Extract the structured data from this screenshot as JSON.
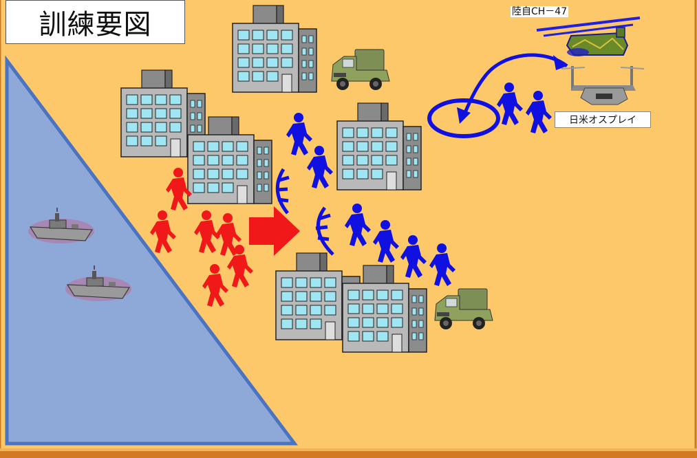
{
  "title": "訓練要図",
  "labels": {
    "ch47": "陸自CH－47",
    "osprey": "日米オスプレイ"
  },
  "colors": {
    "background": "#FDC86A",
    "sea": "#8EA8D8",
    "coast_line": "#4A73C2",
    "friendly": "#1010E0",
    "opposing": "#F01818",
    "bottom_bar": "#D27A22"
  },
  "icons": {
    "building": "building-icon",
    "soldier": "soldier-icon",
    "truck": "military-truck-icon",
    "ship": "warship-icon",
    "helicopter": "ch47-helicopter-icon",
    "osprey": "osprey-aircraft-icon",
    "arrow": "advance-arrow-icon"
  }
}
